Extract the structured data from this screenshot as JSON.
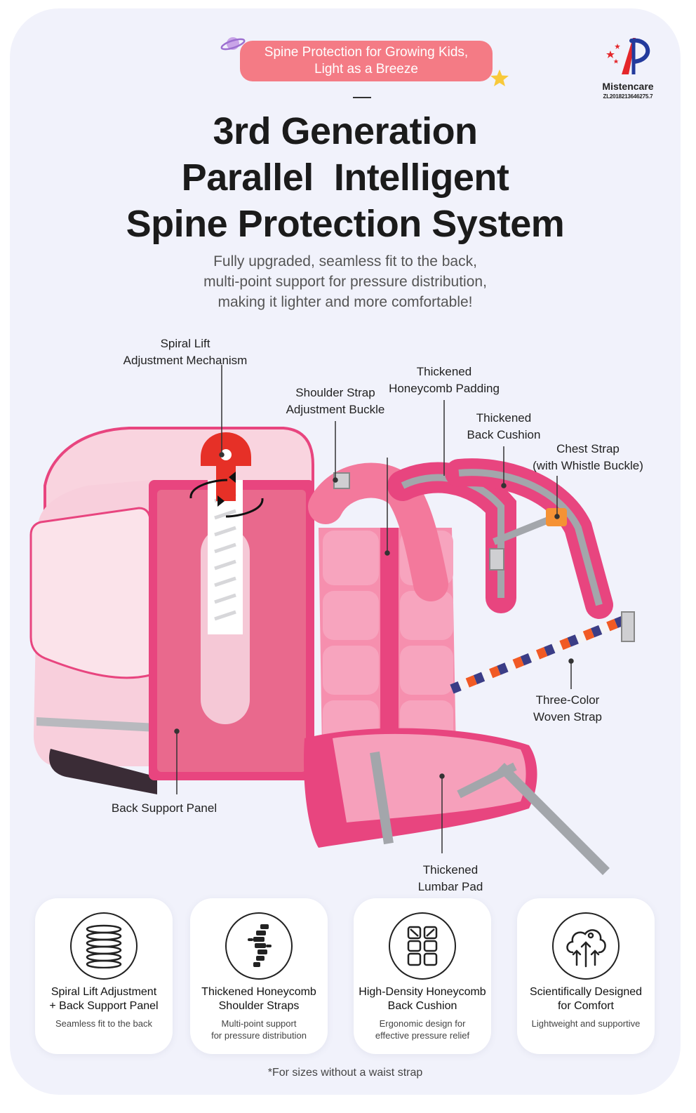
{
  "header": {
    "tagline_line1": "Spine Protection for Growing Kids,",
    "tagline_line2": "Light as a Breeze",
    "brand_name": "Mistencare",
    "brand_code": "ZL2018213646275.7"
  },
  "headline": {
    "line1": "3rd Generation",
    "line2": "Parallel  Intelligent",
    "line3": "Spine Protection System"
  },
  "subhead": {
    "line1": "Fully upgraded, seamless fit to the back,",
    "line2": "multi-point support for pressure distribution,",
    "line3": "making it lighter and more comfortable!"
  },
  "callouts": {
    "spiral_lift": {
      "line1": "Spiral Lift",
      "line2": "Adjustment Mechanism"
    },
    "shoulder_buckle": {
      "line1": "Shoulder Strap",
      "line2": "Adjustment Buckle"
    },
    "honeycomb_padding": {
      "line1": "Thickened",
      "line2": "Honeycomb Padding"
    },
    "back_cushion": {
      "line1": "Thickened",
      "line2": "Back Cushion"
    },
    "chest_strap": {
      "line1": "Chest Strap",
      "line2": "(with Whistle Buckle)"
    },
    "woven_strap": {
      "line1": "Three-Color",
      "line2": "Woven Strap"
    },
    "back_panel": {
      "line1": "Back Support Panel"
    },
    "lumbar_pad": {
      "line1": "Thickened",
      "line2": "Lumbar Pad"
    }
  },
  "features": [
    {
      "icon": "spiral-icon",
      "title_line1": "Spiral Lift Adjustment",
      "title_line2": "+ Back Support Panel",
      "desc_line1": "Seamless fit to the back",
      "desc_line2": ""
    },
    {
      "icon": "spine-icon",
      "title_line1": "Thickened Honeycomb",
      "title_line2": "Shoulder Straps",
      "desc_line1": "Multi-point support",
      "desc_line2": "for pressure distribution"
    },
    {
      "icon": "cushion-icon",
      "title_line1": "High-Density Honeycomb",
      "title_line2": "Back Cushion",
      "desc_line1": "Ergonomic design for",
      "desc_line2": "effective pressure relief"
    },
    {
      "icon": "tree-icon",
      "title_line1": "Scientifically Designed",
      "title_line2": "for Comfort",
      "desc_line1": "Lightweight and supportive",
      "desc_line2": ""
    }
  ],
  "footnote": "*For sizes without a waist strap",
  "colors": {
    "background": "#f1f2fb",
    "tagline_pink": "#f47b85",
    "bag_pink": "#f8c9d8",
    "bag_magenta": "#e8457f",
    "strap_gray": "#a3a6ab",
    "lift_red": "#e63027"
  }
}
